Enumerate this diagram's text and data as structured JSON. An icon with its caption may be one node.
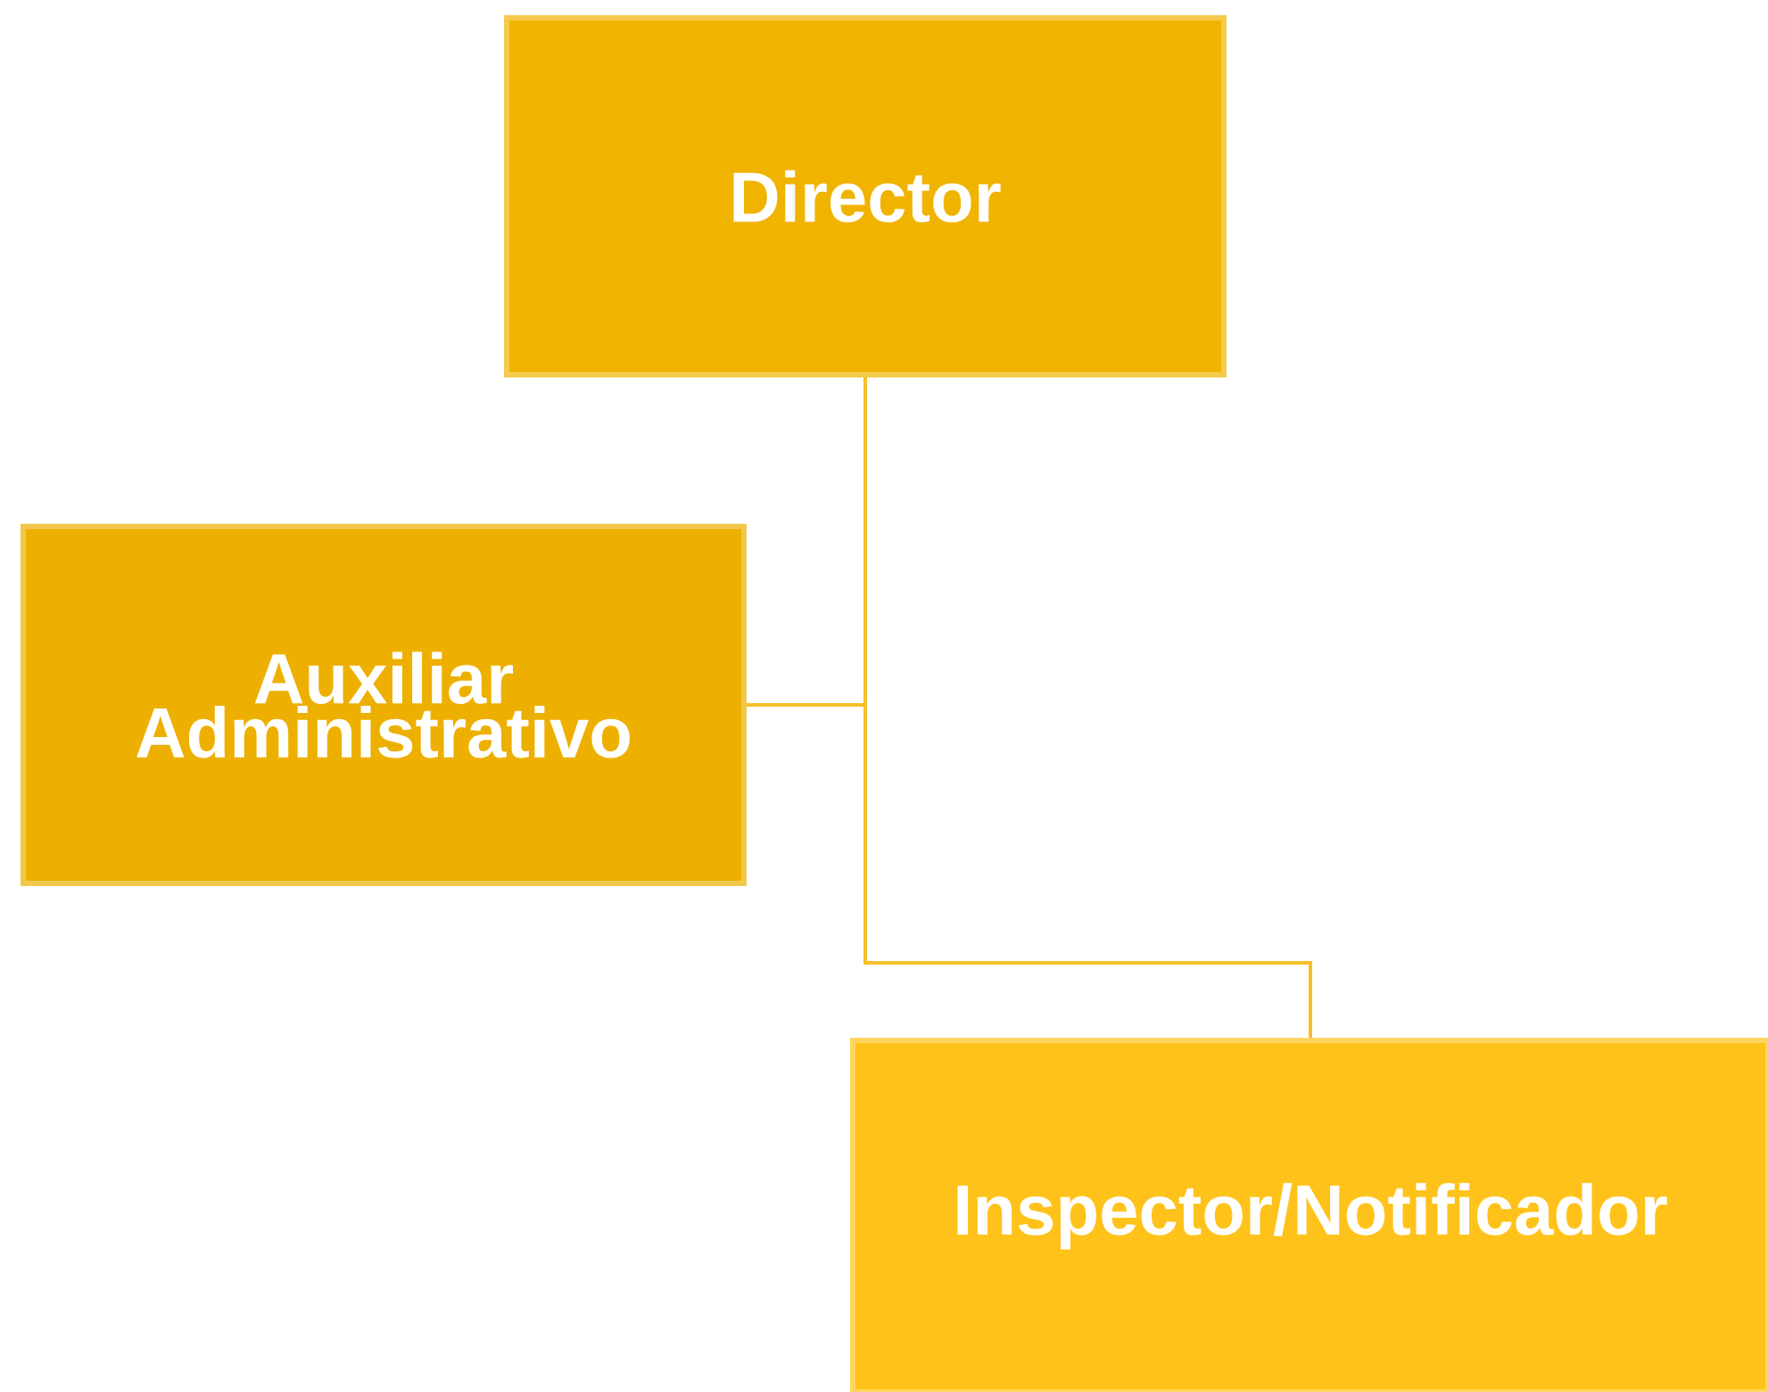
{
  "diagram": {
    "nodes": [
      {
        "text": [
          "Director"
        ]
      },
      {
        "text": [
          "Auxiliar Administrativo"
        ]
      },
      {
        "text": [
          "Inspector/Notificador"
        ]
      }
    ],
    "edges": [
      {
        "from": 0,
        "to": 1,
        "arrow": "none"
      },
      {
        "from": 0,
        "to": 2,
        "arrow": "none"
      }
    ]
  }
}
